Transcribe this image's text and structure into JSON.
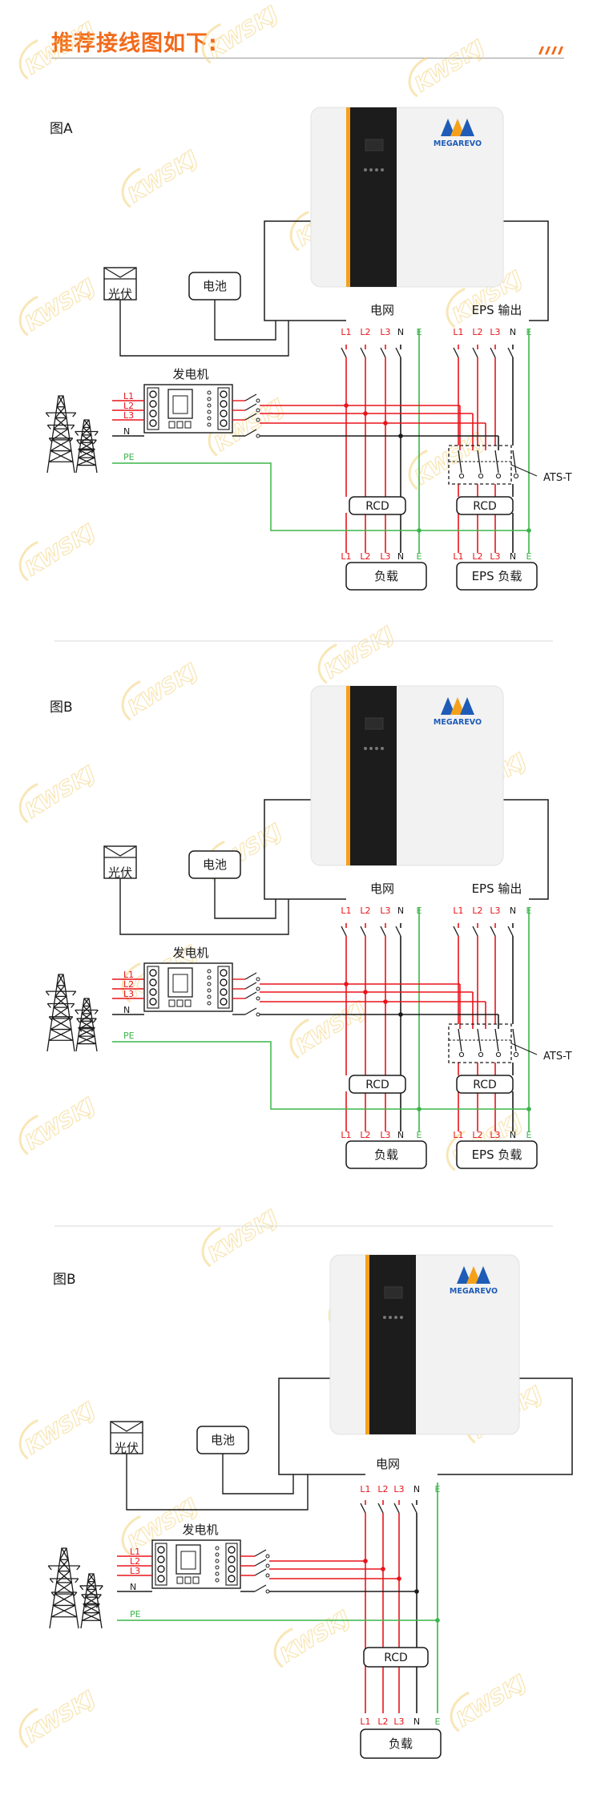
{
  "heading": "推荐接线图如下:",
  "colors": {
    "accent": "#f26a1b",
    "line_red": "#e8141a",
    "line_green": "#3bb54a",
    "line_black": "#1a1a1a",
    "watermark": "#f3d27a"
  },
  "watermark_text": "KWSKJ",
  "brand_text": "MEGAREVO",
  "diagrams": [
    {
      "title": "图A",
      "labels": {
        "pv": "光伏",
        "battery": "电池",
        "generator": "发电机",
        "grid": "电网",
        "eps_out": "EPS 输出",
        "ats": "ATS-T",
        "rcd_grid": "RCD",
        "rcd_eps": "RCD",
        "load": "负载",
        "eps_load": "EPS 负载",
        "pe": "PE"
      },
      "gen_lines": [
        "L1",
        "L2",
        "L3",
        "N"
      ],
      "terminals": [
        "L1",
        "L2",
        "L3",
        "N",
        "E"
      ]
    },
    {
      "title": "图B",
      "labels": {
        "pv": "光伏",
        "battery": "电池",
        "generator": "发电机",
        "grid": "电网",
        "eps_out": "EPS 输出",
        "ats": "ATS-T",
        "rcd_grid": "RCD",
        "rcd_eps": "RCD",
        "load": "负载",
        "eps_load": "EPS 负载",
        "pe": "PE"
      },
      "gen_lines": [
        "L1",
        "L2",
        "L3",
        "N"
      ],
      "terminals": [
        "L1",
        "L2",
        "L3",
        "N",
        "E"
      ]
    },
    {
      "title": "图B",
      "labels": {
        "pv": "光伏",
        "battery": "电池",
        "generator": "发电机",
        "grid": "电网",
        "rcd_grid": "RCD",
        "load": "负载",
        "pe": "PE"
      },
      "gen_lines": [
        "L1",
        "L2",
        "L3",
        "N"
      ],
      "terminals": [
        "L1",
        "L2",
        "L3",
        "N",
        "E"
      ]
    }
  ]
}
